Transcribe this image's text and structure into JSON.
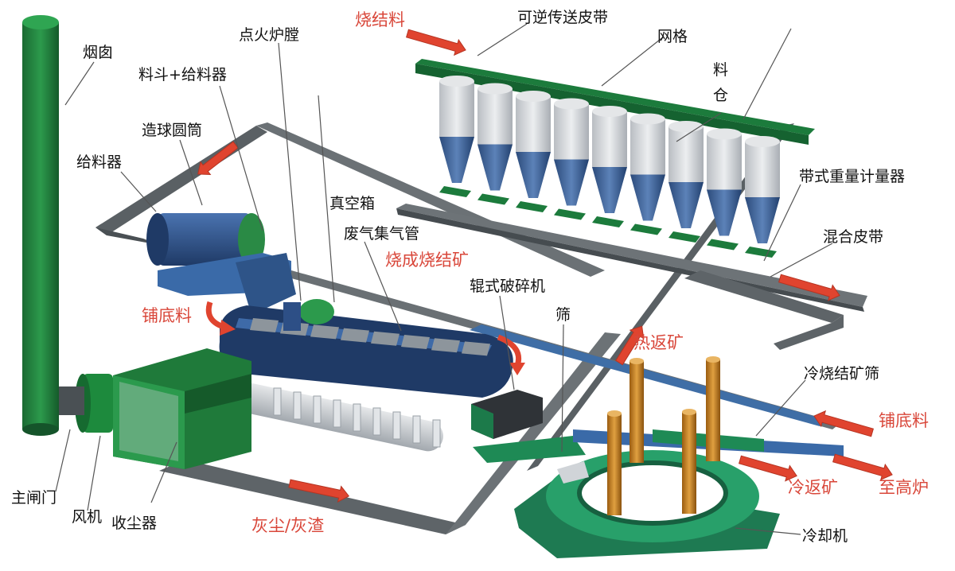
{
  "labels": {
    "chimney": "烟囱",
    "ignition_furnace": "点火炉膛",
    "hopper_feeder": "料斗+给料器",
    "pelletizing_drum": "造球圆筒",
    "feeder": "给料器",
    "vacuum_box": "真空箱",
    "exhaust_manifold": "废气集气管",
    "sintered_ore": "烧成烧结矿",
    "roll_crusher": "辊式破碎机",
    "screen": "筛",
    "bedding_material_left": "铺底料",
    "hot_return_ore": "热返矿",
    "sinter_material": "烧结料",
    "reversible_belt": "可逆传送皮带",
    "grid": "网格",
    "bin": "料\n仓",
    "belt_weigher": "带式重量计量器",
    "mixing_belt": "混合皮带",
    "cold_sinter_screen": "冷烧结矿筛",
    "bedding_material_right": "铺底料",
    "cold_return_ore": "冷返矿",
    "to_blast_furnace": "至高炉",
    "cooler": "冷却机",
    "main_gate": "主闸门",
    "fan": "风机",
    "dust_collector": "收尘器",
    "dust_ash": "灰尘/灰渣"
  },
  "colors": {
    "chimney_green": "#1f7a3a",
    "machine_blue": "#2d4f86",
    "belt_gray": "#5e6468",
    "bin_gray": "#c9ccd0",
    "arrow_red": "#e0442f",
    "cooler_green": "#1e7a52",
    "pillar_orange": "#c47a1b",
    "label_red": "#d9473a"
  }
}
